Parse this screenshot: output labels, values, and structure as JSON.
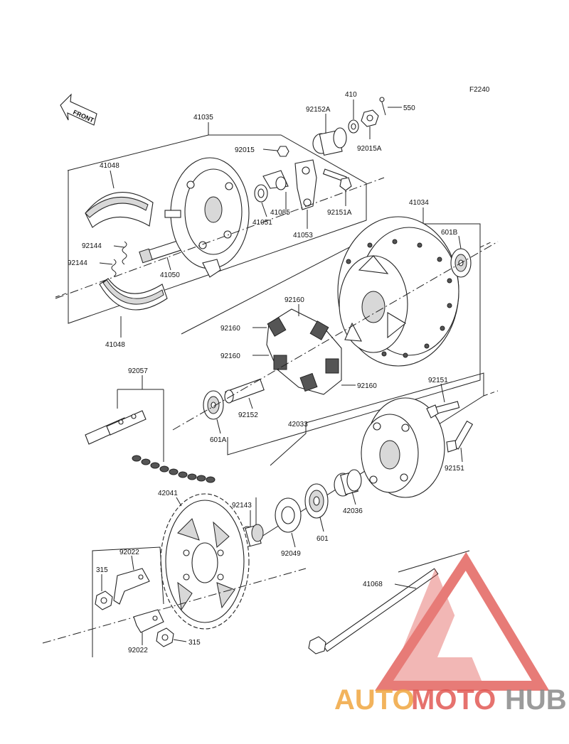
{
  "figure_code": "F2240",
  "front_label": "FRONT",
  "watermark": {
    "auto": "AUTO",
    "moto": "MOTO",
    "hub": "HUB"
  },
  "colors": {
    "watermark_red": "#e0504a",
    "watermark_orange": "#f0a640",
    "watermark_gray": "#8a8a8a"
  },
  "labels": {
    "p41035": "41035",
    "p410": "410",
    "p550": "550",
    "p92152A": "92152A",
    "p92015A": "92015A",
    "p92015": "92015",
    "p41048_top": "41048",
    "p41085": "41085",
    "p92151A": "92151A",
    "p41051": "41051",
    "p41053": "41053",
    "p92144_a": "92144",
    "p92144_b": "92144",
    "p41050": "41050",
    "p41048_bottom": "41048",
    "p41034": "41034",
    "p601B": "601B",
    "p92160_top": "92160",
    "p92160_left1": "92160",
    "p92160_left2": "92160",
    "p92160_right": "92160",
    "p92057": "92057",
    "p92152": "92152",
    "p601A": "601A",
    "p42033": "42033",
    "p92151_top": "92151",
    "p92151_bottom": "92151",
    "p42041": "42041",
    "p92143": "92143",
    "p42036": "42036",
    "p601": "601",
    "p92049": "92049",
    "p92022_top": "92022",
    "p315_left": "315",
    "p92022_bottom": "92022",
    "p315_right": "315",
    "p41068": "41068"
  }
}
